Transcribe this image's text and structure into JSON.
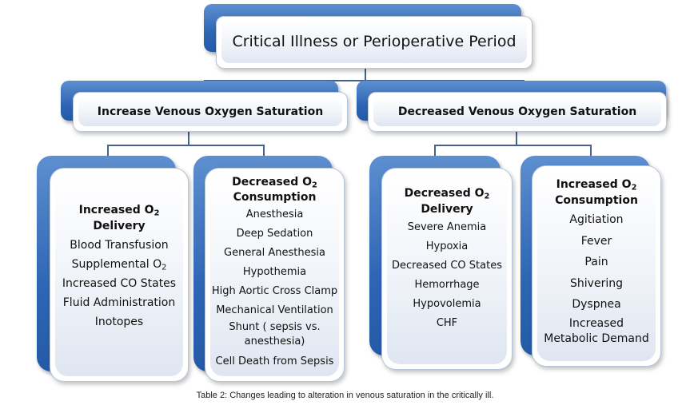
{
  "root": {
    "title": "Critical Illness or Perioperative Period"
  },
  "branches": [
    {
      "title": "Increase Venous Oxygen Saturation"
    },
    {
      "title": "Decreased Venous Oxygen Saturation"
    }
  ],
  "boxes": [
    {
      "head": "Increased O",
      "head_sub": "2",
      "head_line2": "Delivery",
      "items": [
        "Blood Transfusion",
        "Supplemental O",
        "Increased CO States",
        "Fluid Administration",
        "Inotopes"
      ],
      "item1_sub": "2"
    },
    {
      "head": "Decreased O",
      "head_sub": "2",
      "head_line2": "Consumption",
      "items": [
        "Anesthesia",
        "Deep Sedation",
        "General Anesthesia",
        "Hypothemia",
        "High Aortic Cross Clamp",
        "Mechanical Ventilation",
        "Shunt ( sepsis vs.",
        "anesthesia)",
        "Cell Death from Sepsis"
      ]
    },
    {
      "head": "Decreased O",
      "head_sub": "2",
      "head_line2": "Delivery",
      "items": [
        "Severe Anemia",
        "Hypoxia",
        "Decreased CO States",
        "Hemorrhage",
        "Hypovolemia",
        "CHF"
      ]
    },
    {
      "head": "Increased O",
      "head_sub": "2",
      "head_line2": "Consumption",
      "items": [
        "Agitiation",
        "Fever",
        "Pain",
        "Shivering",
        "Dyspnea",
        "Increased",
        "Metabolic Demand"
      ]
    }
  ],
  "caption": "Table 2: Changes leading to alteration in venous saturation in the critically ill.",
  "colors": {
    "accent": "#2f66b4",
    "connector": "#44638f"
  }
}
